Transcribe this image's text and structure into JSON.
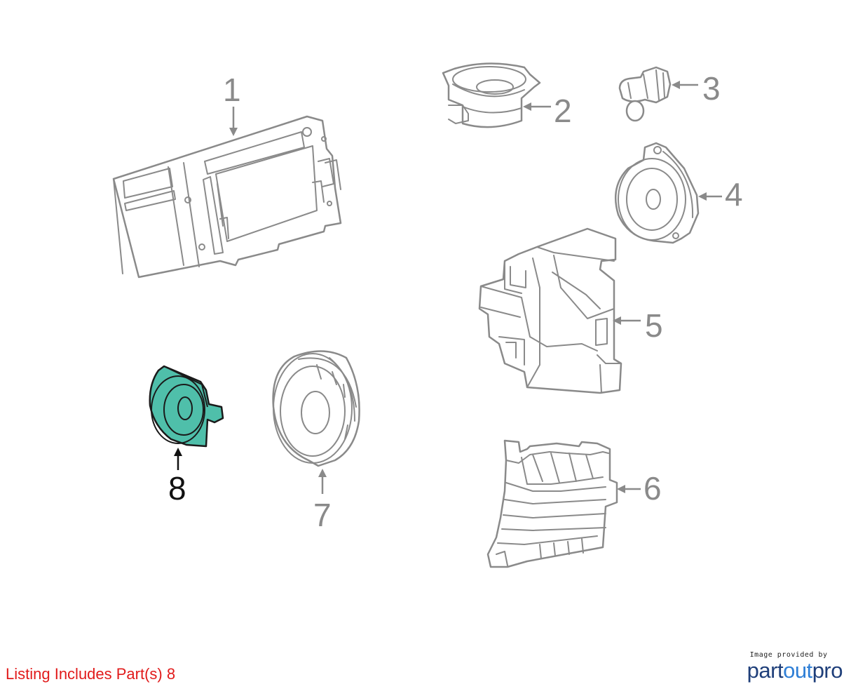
{
  "diagram": {
    "callouts": [
      "1",
      "2",
      "3",
      "4",
      "5",
      "6",
      "7",
      "8"
    ],
    "highlighted_part": "8",
    "colors": {
      "line": "#8a8a8a",
      "highlight_fill": "#4fbfaa",
      "highlight_outline": "#1a1a1a",
      "notice": "#e11b1b"
    }
  },
  "footer": {
    "listing_note": "Listing Includes Part(s) 8",
    "credit_caption": "Image provided by",
    "brand": {
      "part1": "part",
      "part2": "out",
      "part3": "pro"
    }
  }
}
